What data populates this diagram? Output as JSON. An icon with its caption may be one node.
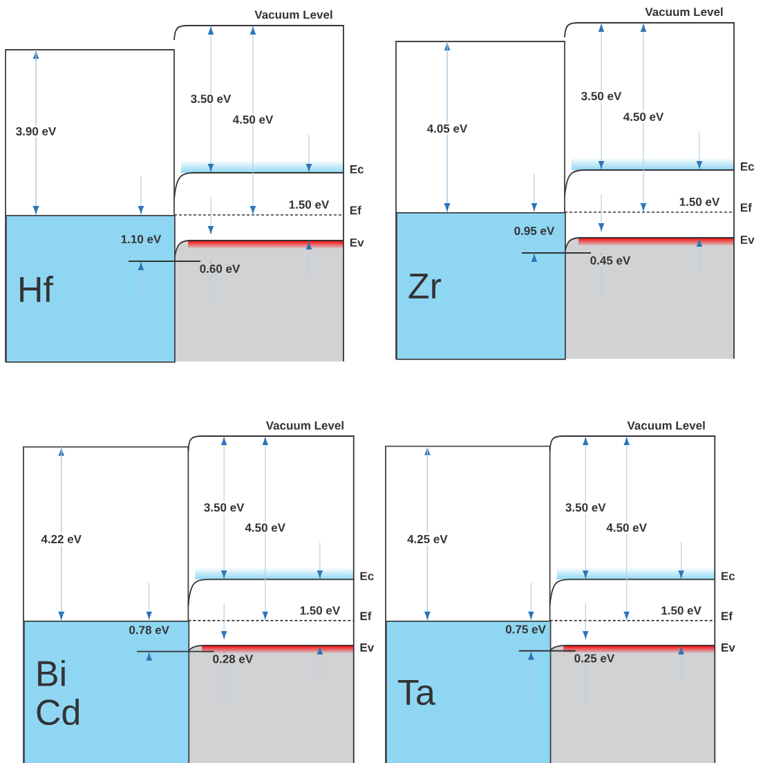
{
  "diagram": {
    "nodes": [
      {
        "text": [
          "Hf"
        ]
      },
      {
        "text": [
          "Zr"
        ]
      },
      {
        "text": [
          "Bi",
          "Cd"
        ]
      },
      {
        "text": [
          "Ta"
        ]
      }
    ],
    "labels": [
      "Vacuum Level",
      "3.90 eV",
      "3.50 eV",
      "4.50 eV",
      "Ec",
      "1.50 eV",
      "Ef",
      "1.10 eV",
      "0.60 eV",
      "Ev",
      "Vacuum Level",
      "4.05 eV",
      "3.50 eV",
      "4.50 eV",
      "Ec",
      "1.50 eV",
      "Ef",
      "0.95 eV",
      "0.45 eV",
      "Ev",
      "Vacuum Level",
      "4.22 eV",
      "3.50 eV",
      "4.50 eV",
      "Ec",
      "1.50 eV",
      "Ef",
      "0.78 eV",
      "0.28 eV",
      "Ev",
      "Vacuum Level",
      "4.25 eV",
      "3.50 eV",
      "4.50 eV",
      "Ec",
      "1.50 eV",
      "Ef",
      "0.75 eV",
      "0.25 eV",
      "Ev"
    ]
  }
}
